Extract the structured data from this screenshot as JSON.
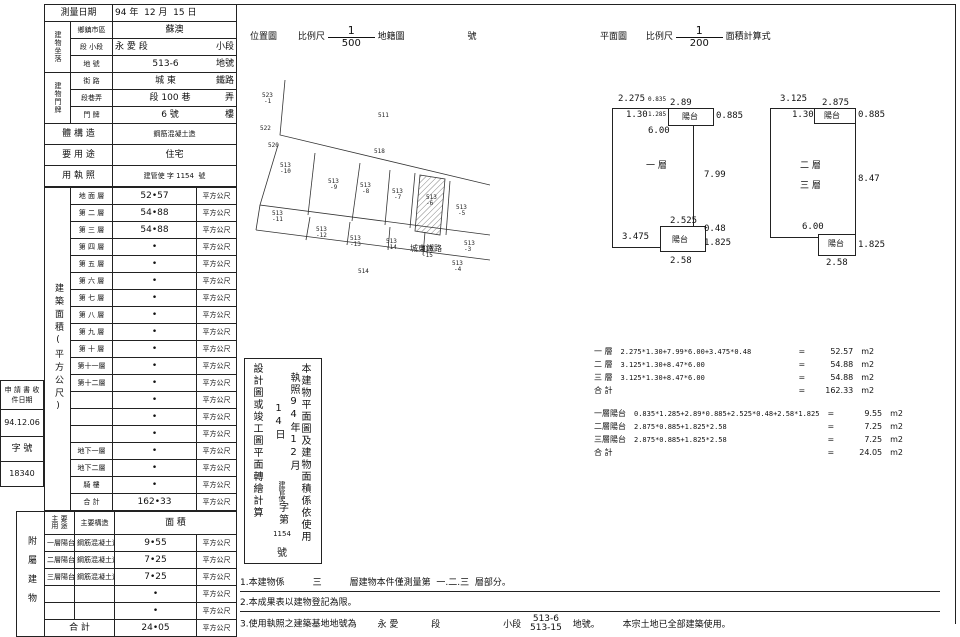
{
  "survey": {
    "label": "測量日期",
    "year": "94",
    "year_unit": "年",
    "month": "12",
    "month_unit": "月",
    "day": "15",
    "day_unit": "日"
  },
  "location": {
    "group_label": "建物坐落",
    "county_label": "鄉鎮市區",
    "county": "蘇澳",
    "section_label": "段 小段",
    "section": "永 愛 段",
    "subsection": "小段",
    "lot_label": "地 號",
    "lot": "513-6",
    "lot_unit": "地號"
  },
  "address": {
    "group_label": "建物門牌",
    "street_label": "街 路",
    "street": "城 東",
    "street_unit": "鐵路",
    "lane_label": "段巷弄",
    "lane": "段 100 巷",
    "lane_unit": "弄",
    "number_label": "門 牌",
    "number": "6 號",
    "floor_unit": "樓"
  },
  "structure": {
    "label": "體 構 造",
    "value": "鋼筋混凝土造"
  },
  "usage": {
    "label": "要 用 途",
    "value": "住宅"
  },
  "license": {
    "label": "用 執 照",
    "prefix": "建管使",
    "mid": "字",
    "number": "1154",
    "suffix": "號"
  },
  "area": {
    "group_label": "建築面積(平方公尺)",
    "unit": "平方公尺",
    "floors": [
      {
        "name": "地 面 層",
        "value": "52•57"
      },
      {
        "name": "第 二 層",
        "value": "54•88"
      },
      {
        "name": "第 三 層",
        "value": "54•88"
      },
      {
        "name": "第 四 層",
        "value": "•"
      },
      {
        "name": "第 五 層",
        "value": "•"
      },
      {
        "name": "第 六 層",
        "value": "•"
      },
      {
        "name": "第 七 層",
        "value": "•"
      },
      {
        "name": "第 八 層",
        "value": "•"
      },
      {
        "name": "第 九 層",
        "value": "•"
      },
      {
        "name": "第 十 層",
        "value": "•"
      },
      {
        "name": "第十一層",
        "value": "•"
      },
      {
        "name": "第十二層",
        "value": "•"
      },
      {
        "name": "",
        "value": "•"
      },
      {
        "name": "",
        "value": "•"
      },
      {
        "name": "",
        "value": "•"
      },
      {
        "name": "地下一層",
        "value": "•"
      },
      {
        "name": "地下二層",
        "value": "•"
      },
      {
        "name": "騎 樓",
        "value": "•"
      },
      {
        "name": "合 計",
        "value": "162•33"
      }
    ]
  },
  "application": {
    "label": "申 請 書 收件日期",
    "date": "94.12.06",
    "no_label": "字 號",
    "no": "18340"
  },
  "annex": {
    "group_label": "附屬建物",
    "h_use": "主 要 用 途",
    "h_struct": "主要構造",
    "h_area": "面 積",
    "unit": "平方公尺",
    "rows": [
      {
        "use": "一層陽台",
        "struct": "鋼筋混凝土造",
        "value": "9•55"
      },
      {
        "use": "二層陽台",
        "struct": "鋼筋混凝土造",
        "value": "7•25"
      },
      {
        "use": "三層陽台",
        "struct": "鋼筋混凝土造",
        "value": "7•25"
      },
      {
        "use": "",
        "struct": "",
        "value": "•"
      },
      {
        "use": "",
        "struct": "",
        "value": "•"
      }
    ],
    "total_label": "合 計",
    "total": "24•05"
  },
  "map": {
    "title": "位置圖",
    "scale_label": "比例尺",
    "scale_num": "1",
    "scale_den": "500",
    "lot_label": "地籍圖",
    "no_label": "號",
    "labels": [
      {
        "t": "523"
      },
      {
        "t": "-1"
      },
      {
        "t": "522"
      },
      {
        "t": "520"
      },
      {
        "t": "511"
      },
      {
        "t": "518"
      },
      {
        "t": "513"
      },
      {
        "t": "-10"
      },
      {
        "t": "513"
      },
      {
        "t": "-9"
      },
      {
        "t": "513"
      },
      {
        "t": "-8"
      },
      {
        "t": "513"
      },
      {
        "t": "-7"
      },
      {
        "t": "513"
      },
      {
        "t": "-6"
      },
      {
        "t": "513"
      },
      {
        "t": "-5"
      },
      {
        "t": "513"
      },
      {
        "t": "-11"
      },
      {
        "t": "513"
      },
      {
        "t": "-12"
      },
      {
        "t": "513"
      },
      {
        "t": "-13"
      },
      {
        "t": "513"
      },
      {
        "t": "-14"
      },
      {
        "t": "513"
      },
      {
        "t": "-15"
      },
      {
        "t": "513"
      },
      {
        "t": "-3"
      },
      {
        "t": "513"
      },
      {
        "t": "-4"
      },
      {
        "t": "城東鐵路"
      },
      {
        "t": "514"
      }
    ]
  },
  "plan": {
    "title": "平面圖",
    "scale_label": "比例尺",
    "scale_num": "1",
    "scale_den": "200",
    "calc_label": "面積計算式",
    "left": {
      "d1": "2.275",
      "d2": "0.835",
      "d3": "2.89",
      "d4": "1.30",
      "d5": "1.285",
      "d6": "陽台",
      "d7": "0.885",
      "d8": "6.00",
      "d9": "一 層",
      "d10": "7.99",
      "d11": "2.525",
      "d12": "0.48",
      "d13": "3.475",
      "d14": "陽台",
      "d15": "1.825",
      "d16": "2.58"
    },
    "right": {
      "d1": "3.125",
      "d2": "2.875",
      "d3": "1.30",
      "d4": "陽台",
      "d5": "0.885",
      "d6": "二 層",
      "d7": "三 層",
      "d8": "8.47",
      "d9": "6.00",
      "d10": "陽台",
      "d11": "1.825",
      "d12": "2.58"
    }
  },
  "calc": {
    "rows": [
      {
        "name": "一 層",
        "formula": "2.275*1.30+7.99*6.00+3.475*0.48",
        "eq": "=",
        "value": "52.57",
        "unit": "m2"
      },
      {
        "name": "二 層",
        "formula": "3.125*1.30+8.47*6.00",
        "eq": "=",
        "value": "54.88",
        "unit": "m2"
      },
      {
        "name": "三 層",
        "formula": "3.125*1.30+8.47*6.00",
        "eq": "=",
        "value": "54.88",
        "unit": "m2"
      },
      {
        "name": "合 計",
        "formula": "",
        "eq": "=",
        "value": "162.33",
        "unit": "m2"
      }
    ],
    "rows2": [
      {
        "name": "一層陽台",
        "formula": "0.835*1.285+2.89*0.885+2.525*0.48+2.58*1.825",
        "eq": "=",
        "value": "9.55",
        "unit": "m2"
      },
      {
        "name": "二層陽台",
        "formula": "2.875*0.885+1.825*2.58",
        "eq": "=",
        "value": "7.25",
        "unit": "m2"
      },
      {
        "name": "三層陽台",
        "formula": "2.875*0.885+1.825*2.58",
        "eq": "=",
        "value": "7.25",
        "unit": "m2"
      },
      {
        "name": "合 計",
        "formula": "",
        "eq": "=",
        "value": "24.05",
        "unit": "m2"
      }
    ]
  },
  "statement": {
    "col1": "設計圖或竣工圖平面轉繪計算",
    "col2a": "執照94年12月14日",
    "col2b": "建管使",
    "col2c": "字第",
    "col2d": "1154",
    "col2e": "號",
    "col3": "本建物平面圖及建物面積係依使用"
  },
  "notes": {
    "n1a": "1.本建物係",
    "n1b": "三",
    "n1c": "層建物本件僅測量第",
    "n1d": "一.二.三",
    "n1e": "層部分。",
    "n2": "2.本成果表以建物登記為限。",
    "n3a": "3.使用執照之建築基地地號為",
    "n3b": "永 愛",
    "n3c": "段",
    "n3d": "小段",
    "n3e": "513-6",
    "n3f": "513-15",
    "n3g": "地號。",
    "n3h": "本宗土地已全部建築使用。"
  }
}
